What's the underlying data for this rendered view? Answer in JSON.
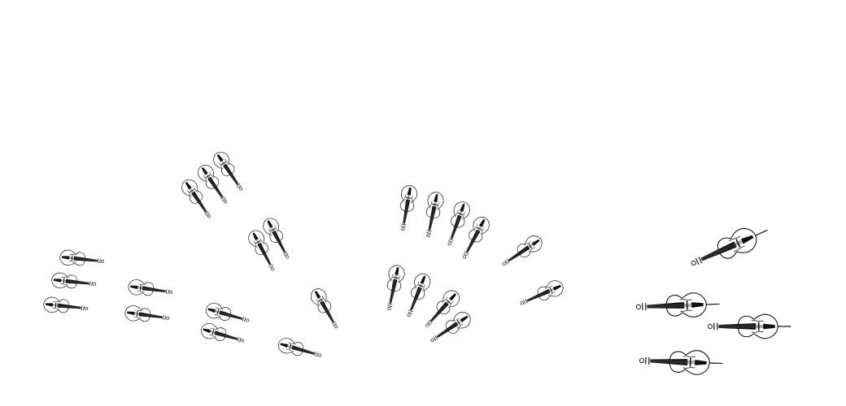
{
  "scene": {
    "background": "#ffffff",
    "ink": "#111111",
    "instrument_types": [
      "violin",
      "viola",
      "cello"
    ]
  }
}
